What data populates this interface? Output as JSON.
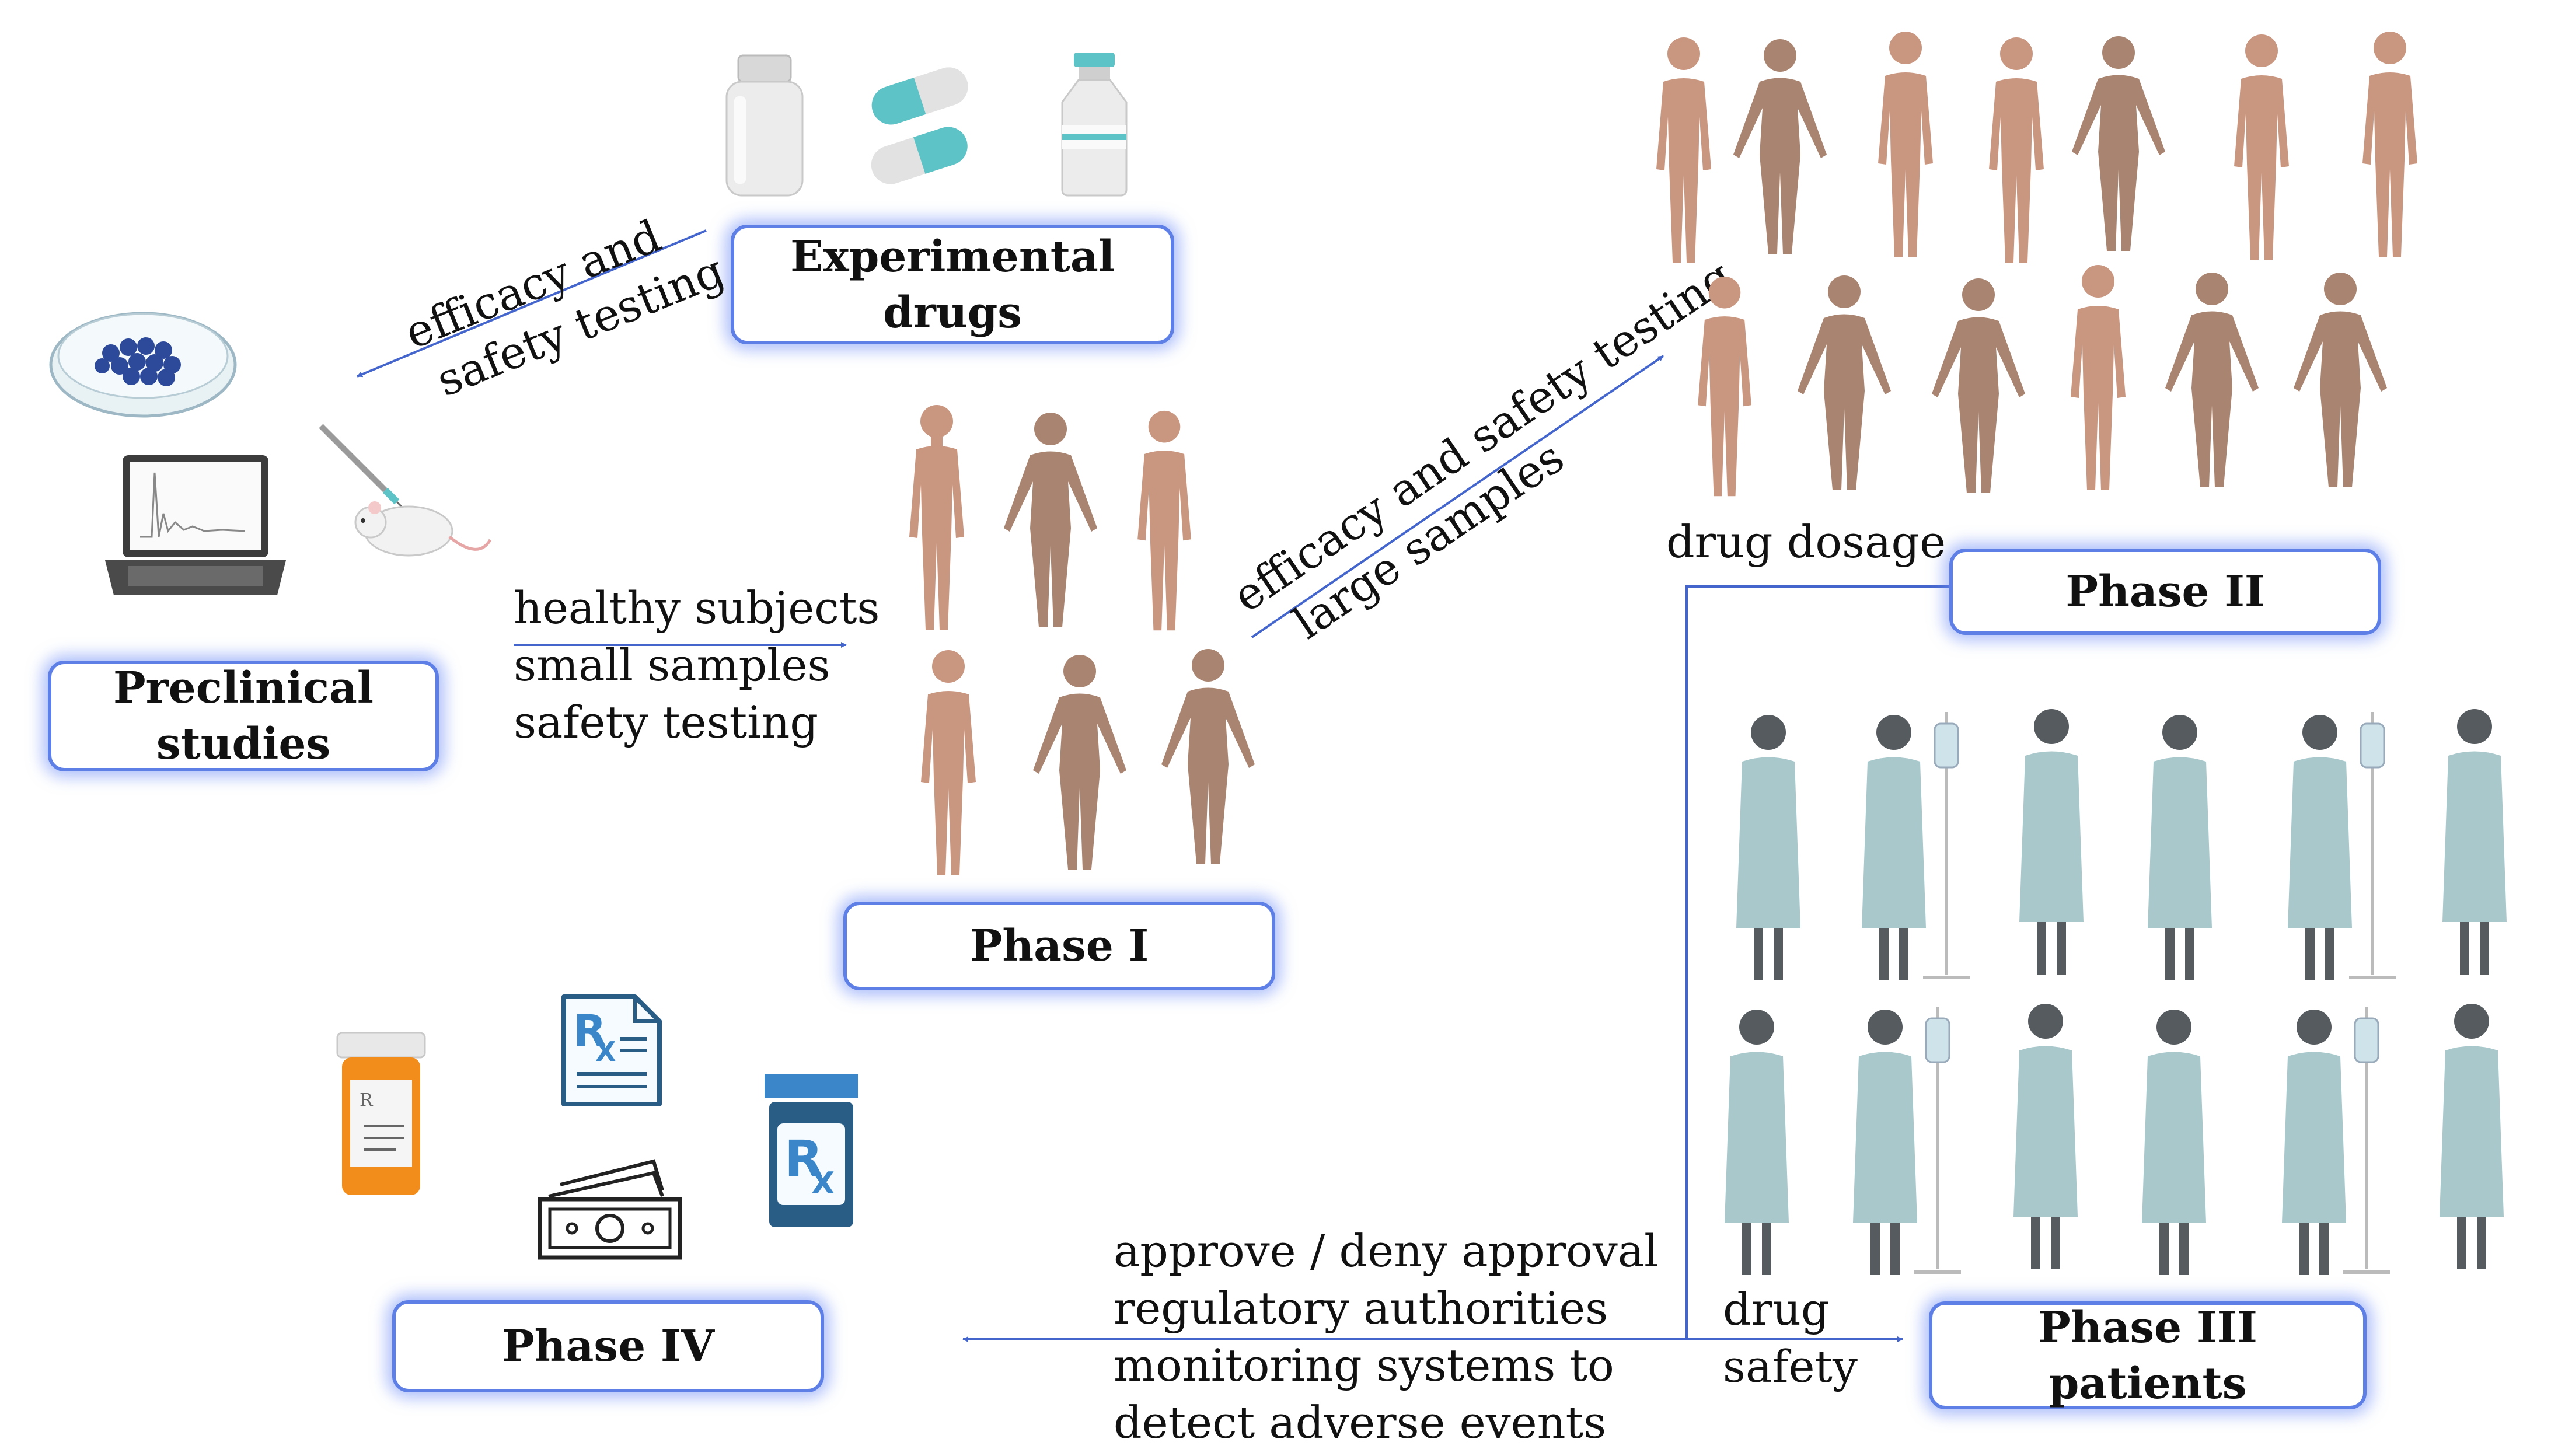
{
  "boxes": {
    "experimental": {
      "line1": "Experimental",
      "line2": "drugs"
    },
    "preclinical": {
      "line1": "Preclinical",
      "line2": "studies"
    },
    "phase1": {
      "label": "Phase I"
    },
    "phase2": {
      "label": "Phase II"
    },
    "phase3": {
      "line1": "Phase III",
      "line2": "patients"
    },
    "phase4": {
      "label": "Phase IV"
    }
  },
  "labels": {
    "efficacy_top": {
      "line1": "efficacy and",
      "line2": "safety testing"
    },
    "phase1_notes": [
      "healthy subjects",
      "small samples",
      "safety testing"
    ],
    "phase2_notes": {
      "line1": "efficacy and safety testing",
      "line2": "large samples"
    },
    "drug_dosage": "drug dosage",
    "drug_safety": {
      "line1": "drug",
      "line2": "safety"
    },
    "approval_notes": [
      "approve / deny approval",
      "regulatory authorities",
      "monitoring systems to",
      "detect adverse events"
    ]
  },
  "icons": {
    "rx_symbol": "R",
    "rx_sub": "X"
  },
  "colors": {
    "box_border": "#5d7fe6",
    "arrow": "#4466cc",
    "skin_light": "#c99680",
    "skin_dark": "#a98470",
    "gown": "#a8c8cc",
    "patient_skin": "#555b5f",
    "capsule_teal": "#5ec3c6",
    "pill_orange": "#f28c1a",
    "rx_blue": "#2a5d85"
  }
}
